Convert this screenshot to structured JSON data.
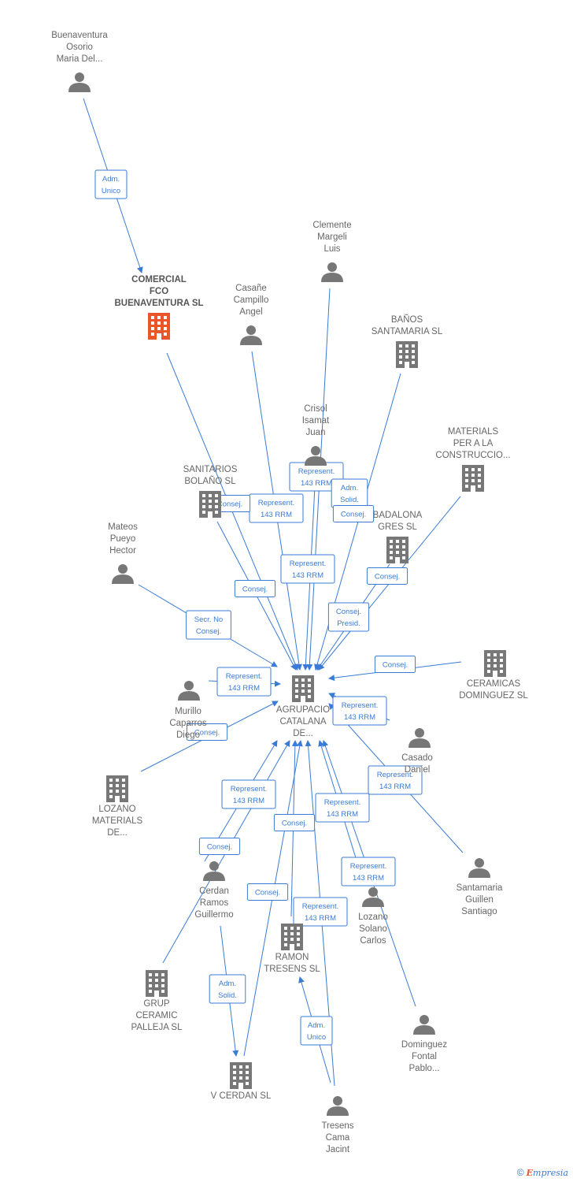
{
  "colors": {
    "edge": "#3a7bd5",
    "node": "#777777",
    "focus": "#e8562a",
    "label": "#666666"
  },
  "nodes": [
    {
      "id": "buenaventura",
      "type": "person",
      "lines": [
        "Buenaventura",
        "Osorio",
        "Maria Del..."
      ]
    },
    {
      "id": "comercial",
      "type": "company",
      "focus": true,
      "lines": [
        "COMERCIAL",
        "FCO",
        "BUENAVENTURA SL"
      ]
    },
    {
      "id": "clemente",
      "type": "person",
      "lines": [
        "Clemente",
        "Margeli",
        "Luis"
      ]
    },
    {
      "id": "casane",
      "type": "person",
      "lines": [
        "Casañe",
        "Campillo",
        "Angel"
      ]
    },
    {
      "id": "banos",
      "type": "company",
      "lines": [
        "BAÑOS",
        "SANTAMARIA SL"
      ]
    },
    {
      "id": "crisol",
      "type": "person",
      "lines": [
        "Crisol",
        "Isamat",
        "Juan"
      ]
    },
    {
      "id": "materials",
      "type": "company",
      "lines": [
        "MATERIALS",
        "PER A LA",
        "CONSTRUCCIO..."
      ]
    },
    {
      "id": "sanitarios",
      "type": "company",
      "lines": [
        "SANITARIOS",
        "BOLAÑO SL"
      ]
    },
    {
      "id": "badalona",
      "type": "company",
      "lines": [
        "BADALONA",
        "GRES SL"
      ]
    },
    {
      "id": "mateos",
      "type": "person",
      "lines": [
        "Mateos",
        "Pueyo",
        "Hector"
      ]
    },
    {
      "id": "agrupacio",
      "type": "company",
      "lines": [
        "AGRUPACIO",
        "CATALANA",
        "DE..."
      ]
    },
    {
      "id": "ceramicas",
      "type": "company",
      "lines": [
        "CERAMICAS",
        "DOMINGUEZ SL"
      ]
    },
    {
      "id": "murillo",
      "type": "person",
      "lines": [
        "Murillo",
        "Caparros",
        "Diego"
      ]
    },
    {
      "id": "casado",
      "type": "person",
      "lines": [
        "Casado",
        "Daniel"
      ]
    },
    {
      "id": "lozano_mat",
      "type": "company",
      "lines": [
        "LOZANO",
        "MATERIALS",
        "DE..."
      ]
    },
    {
      "id": "santamaria",
      "type": "person",
      "lines": [
        "Santamaria",
        "Guillen",
        "Santiago"
      ]
    },
    {
      "id": "cerdan",
      "type": "person",
      "lines": [
        "Cerdan",
        "Ramos",
        "Guillermo"
      ]
    },
    {
      "id": "lozano_solano",
      "type": "person",
      "lines": [
        "Lozano",
        "Solano",
        "Carlos"
      ]
    },
    {
      "id": "ramon",
      "type": "company",
      "lines": [
        "RAMON",
        "TRESENS SL"
      ]
    },
    {
      "id": "grup",
      "type": "company",
      "lines": [
        "GRUP",
        "CERAMIC",
        "PALLEJA SL"
      ]
    },
    {
      "id": "dominguez",
      "type": "person",
      "lines": [
        "Dominguez",
        "Fontal",
        "Pablo..."
      ]
    },
    {
      "id": "vcerdan",
      "type": "company",
      "lines": [
        "V CERDAN SL"
      ]
    },
    {
      "id": "tresens",
      "type": "person",
      "lines": [
        "Tresens",
        "Cama",
        "Jacint"
      ]
    }
  ],
  "edges": [
    {
      "from": "buenaventura",
      "to": "comercial",
      "label": [
        "Adm.",
        "Unico"
      ]
    },
    {
      "from": "comercial",
      "to": "agrupacio",
      "label": [
        "Consej."
      ]
    },
    {
      "from": "clemente",
      "to": "agrupacio",
      "label": [
        "Represent.",
        "143 RRM"
      ]
    },
    {
      "from": "casane",
      "to": "agrupacio",
      "label": [
        "Represent.",
        "143 RRM"
      ]
    },
    {
      "from": "banos",
      "to": "agrupacio",
      "label": [
        "Consej.",
        "Presid."
      ]
    },
    {
      "from": "crisol",
      "to": "agrupacio",
      "label": [
        "Represent.",
        "143 RRM"
      ]
    },
    {
      "from": "crisol",
      "to": "badalona",
      "label": [
        "Adm.",
        "Solid."
      ]
    },
    {
      "from": "materials",
      "to": "agrupacio",
      "label": [
        "Consej."
      ]
    },
    {
      "from": "sanitarios",
      "to": "agrupacio",
      "label": [
        "Consej."
      ]
    },
    {
      "from": "badalona",
      "to": "agrupacio",
      "label": [
        "Consej."
      ]
    },
    {
      "from": "mateos",
      "to": "agrupacio",
      "label": [
        "Secr. No",
        "Consej."
      ]
    },
    {
      "from": "ceramicas",
      "to": "agrupacio",
      "label": [
        "Consej."
      ]
    },
    {
      "from": "murillo",
      "to": "agrupacio",
      "label": [
        "Represent.",
        "143 RRM"
      ]
    },
    {
      "from": "casado",
      "to": "agrupacio",
      "label": [
        "Represent.",
        "143 RRM"
      ]
    },
    {
      "from": "lozano_mat",
      "to": "agrupacio",
      "label": [
        "Consej."
      ]
    },
    {
      "from": "santamaria",
      "to": "agrupacio",
      "label": [
        "Represent.",
        "143 RRM"
      ]
    },
    {
      "from": "cerdan",
      "to": "agrupacio",
      "label": [
        "Represent.",
        "143 RRM"
      ]
    },
    {
      "from": "lozano_solano",
      "to": "agrupacio",
      "label": [
        "Represent.",
        "143 RRM"
      ]
    },
    {
      "from": "ramon",
      "to": "agrupacio",
      "label": [
        "Consej."
      ]
    },
    {
      "from": "grup",
      "to": "agrupacio",
      "label": [
        "Consej."
      ]
    },
    {
      "from": "dominguez",
      "to": "agrupacio",
      "label": [
        "Represent.",
        "143 RRM"
      ]
    },
    {
      "from": "vcerdan",
      "to": "agrupacio",
      "label": [
        "Consej."
      ]
    },
    {
      "from": "tresens",
      "to": "agrupacio",
      "label": [
        "Represent.",
        "143 RRM"
      ]
    },
    {
      "from": "tresens",
      "to": "ramon",
      "label": [
        "Adm.",
        "Unico"
      ]
    },
    {
      "from": "cerdan",
      "to": "vcerdan",
      "label": [
        "Adm.",
        "Solid."
      ]
    }
  ],
  "footer": {
    "copyright": "©",
    "brand_initial": "E",
    "brand_rest": "mpresia"
  }
}
